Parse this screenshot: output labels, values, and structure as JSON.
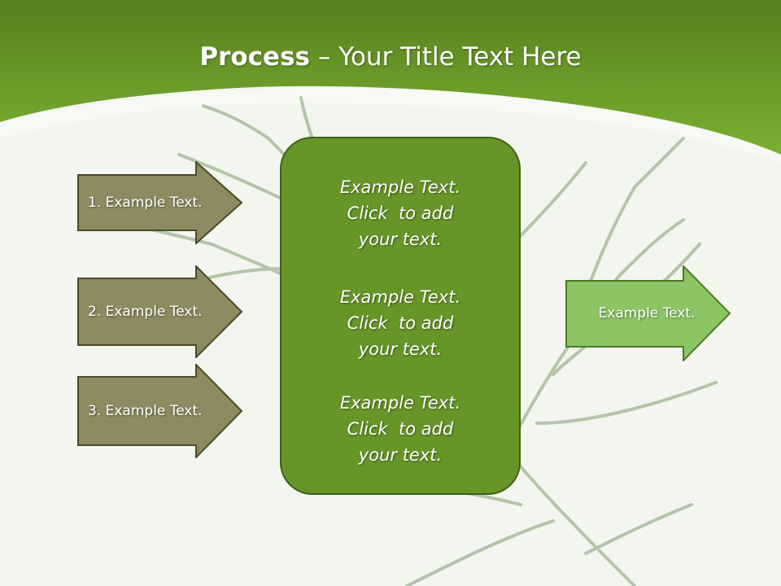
{
  "slide": {
    "title_bold": "Process",
    "title_rest": " – Your Title Text Here",
    "input_arrows": [
      {
        "label": "1. Example Text."
      },
      {
        "label": "2. Example Text."
      },
      {
        "label": "3. Example Text."
      }
    ],
    "center_blocks": [
      {
        "lines": [
          "Example Text.",
          "Click  to add",
          "your text."
        ]
      },
      {
        "lines": [
          "Example Text.",
          "Click  to add",
          "your text."
        ]
      },
      {
        "lines": [
          "Example Text.",
          "Click  to add",
          "your text."
        ]
      }
    ],
    "output_arrow": {
      "label": "Example Text."
    }
  },
  "colors": {
    "header_green": "#6ea52a",
    "input_arrow_fill": "#8e8b60",
    "center_box_fill": "#679528",
    "output_arrow_fill": "#8cc564",
    "background": "#f3f6ee"
  },
  "icons": [
    "dill-plant-illustration"
  ]
}
